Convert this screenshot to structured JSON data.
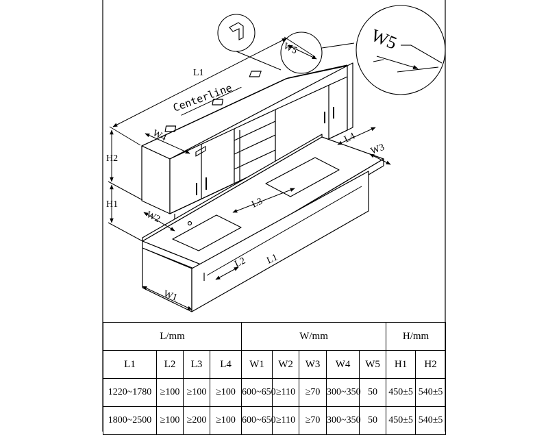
{
  "labels": {
    "l1_top": "L1",
    "centerline": "Centerline",
    "w4": "W4",
    "w5_small": "W5",
    "w5_big": "W5",
    "h2": "H2",
    "h1": "H1",
    "l4": "L4",
    "w3": "W3",
    "l3": "L3",
    "w2": "W2",
    "l2": "L2",
    "l1_bottom": "L1",
    "w1": "W1"
  },
  "table": {
    "groups": [
      "L/mm",
      "W/mm",
      "H/mm"
    ],
    "headers": [
      "L1",
      "L2",
      "L3",
      "L4",
      "W1",
      "W2",
      "W3",
      "W4",
      "W5",
      "H1",
      "H2"
    ],
    "rows": [
      [
        "1220~1780",
        "≥100",
        "≥100",
        "≥100",
        "600~650",
        "≥110",
        "≥70",
        "300~350",
        "50",
        "450±5",
        "540±5"
      ],
      [
        "1800~2500",
        "≥100",
        "≥200",
        "≥100",
        "600~650",
        "≥110",
        "≥70",
        "300~350",
        "50",
        "450±5",
        "540±5"
      ]
    ]
  }
}
